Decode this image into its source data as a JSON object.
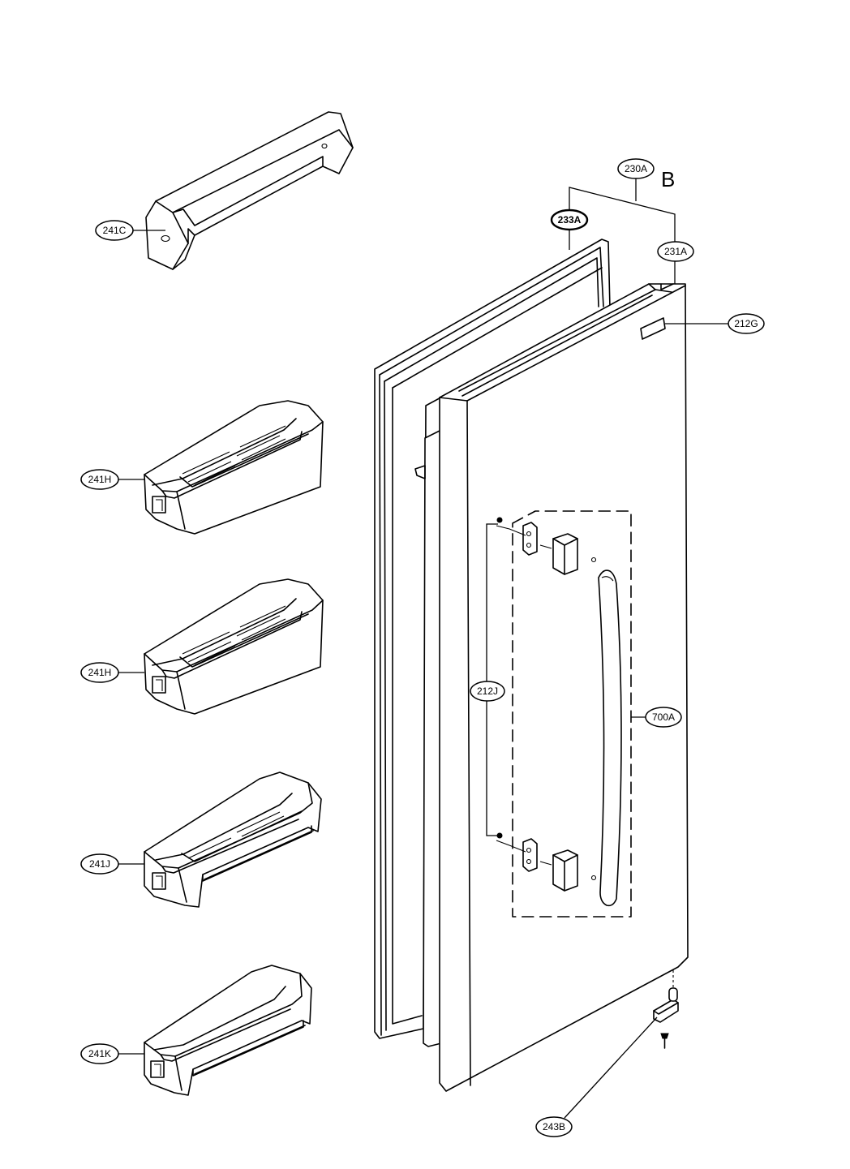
{
  "diagram": {
    "view_letter": "B",
    "callouts": {
      "c241C": "241C",
      "c230A": "230A",
      "c233A": "233A",
      "c231A": "231A",
      "c212G": "212G",
      "c241H_1": "241H",
      "c241H_2": "241H",
      "c212J": "212J",
      "c700A": "700A",
      "c241J": "241J",
      "c241K": "241K",
      "c243B": "243B"
    }
  }
}
